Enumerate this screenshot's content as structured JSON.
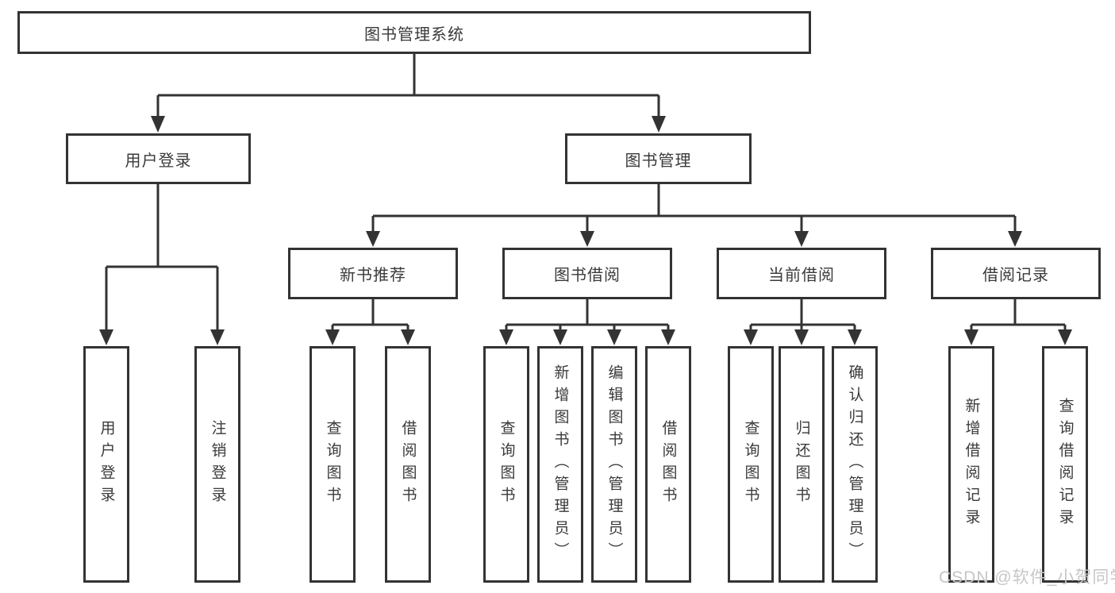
{
  "diagram": {
    "root": {
      "label": "图书管理系统"
    },
    "branches": [
      {
        "label": "用户登录",
        "children": [
          {
            "label": "用户登录"
          },
          {
            "label": "注销登录"
          }
        ]
      },
      {
        "label": "图书管理",
        "children": [
          {
            "label": "新书推荐",
            "children": [
              {
                "label": "查询图书"
              },
              {
                "label": "借阅图书"
              }
            ]
          },
          {
            "label": "图书借阅",
            "children": [
              {
                "label": "查询图书"
              },
              {
                "label": "新增图书（管理员）"
              },
              {
                "label": "编辑图书（管理员）"
              },
              {
                "label": "借阅图书"
              }
            ]
          },
          {
            "label": "当前借阅",
            "children": [
              {
                "label": "查询图书"
              },
              {
                "label": "归还图书"
              },
              {
                "label": "确认归还（管理员）"
              }
            ]
          },
          {
            "label": "借阅记录",
            "children": [
              {
                "label": "新增借阅记录"
              },
              {
                "label": "查询借阅记录"
              }
            ]
          }
        ]
      }
    ],
    "watermark": "CSDN @软件_小贺同学"
  },
  "colors": {
    "line": "#333333",
    "text": "#3a3a3a",
    "watermark": "#c6c6c6",
    "background": "#ffffff"
  }
}
